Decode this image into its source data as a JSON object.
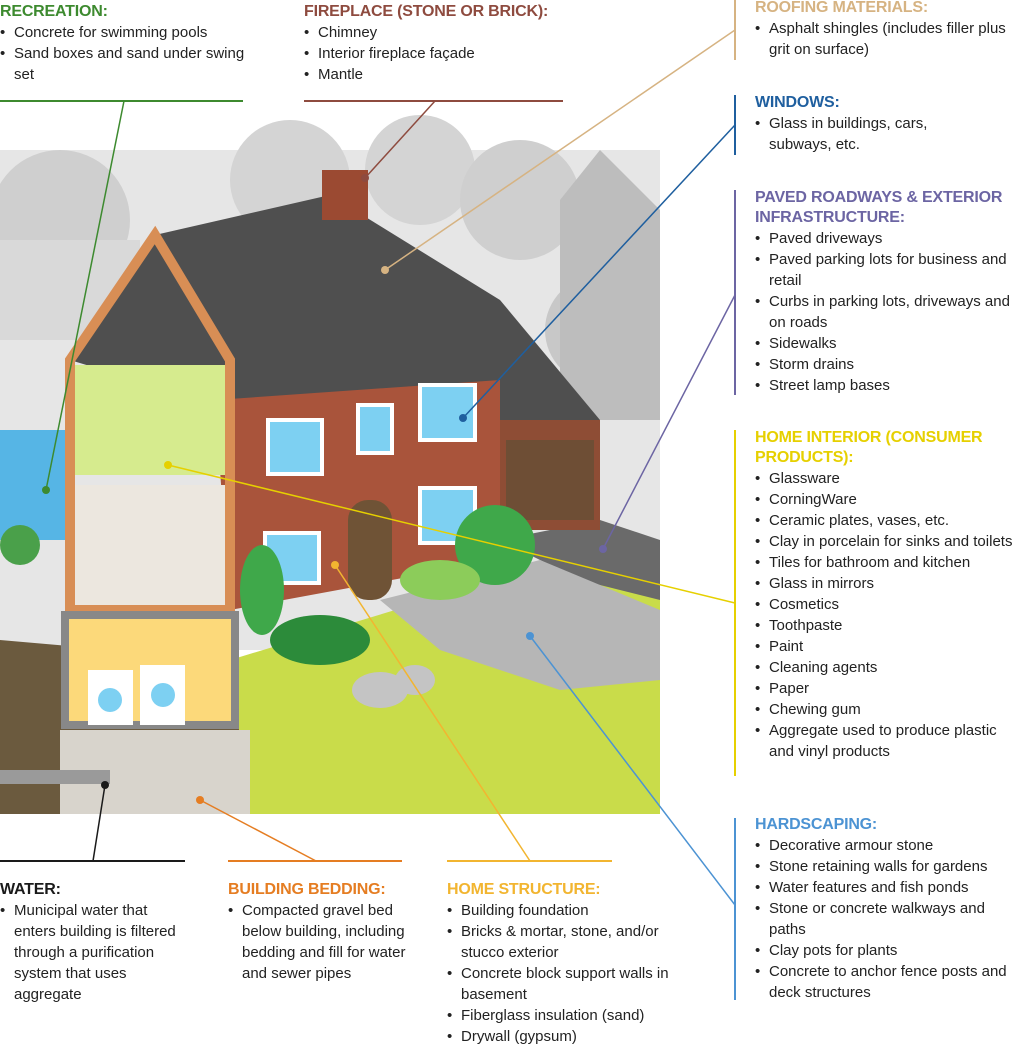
{
  "colors": {
    "recreation": "#3d8a2f",
    "fireplace": "#8e4b3f",
    "roofing": "#d6b382",
    "windows": "#1f5f9f",
    "paved": "#6c65a3",
    "interior": "#e6d000",
    "hardscaping": "#4c93d3",
    "water": "#1a1a1a",
    "bedding": "#e57d22",
    "structure": "#f2b530"
  },
  "sections": {
    "recreation": {
      "title": "RECREATION:",
      "items": [
        "Concrete for swimming pools",
        "Sand boxes and sand under swing set"
      ]
    },
    "fireplace": {
      "title": "FIREPLACE (STONE OR BRICK):",
      "items": [
        "Chimney",
        "Interior fireplace façade",
        "Mantle"
      ]
    },
    "roofing": {
      "title": "ROOFING MATERIALS:",
      "items": [
        "Asphalt shingles (includes filler plus grit on surface)"
      ]
    },
    "windows": {
      "title": "WINDOWS:",
      "items": [
        "Glass in buildings, cars, subways, etc."
      ]
    },
    "paved": {
      "title": "PAVED ROADWAYS & EXTERIOR INFRASTRUCTURE:",
      "items": [
        "Paved driveways",
        "Paved parking lots for business and retail",
        "Curbs in parking lots, driveways and on roads",
        "Sidewalks",
        "Storm drains",
        "Street lamp bases"
      ]
    },
    "interior": {
      "title": "HOME INTERIOR (CONSUMER PRODUCTS):",
      "items": [
        "Glassware",
        "CorningWare",
        "Ceramic plates, vases, etc.",
        "Clay in porcelain for sinks and toilets",
        "Tiles for bathroom and kitchen",
        "Glass in mirrors",
        "Cosmetics",
        "Toothpaste",
        "Paint",
        "Cleaning agents",
        "Paper",
        "Chewing gum",
        "Aggregate used to produce plastic and vinyl products"
      ]
    },
    "hardscaping": {
      "title": "HARDSCAPING:",
      "items": [
        "Decorative armour stone",
        "Stone retaining walls for gardens",
        "Water features and fish ponds",
        "Stone or concrete walkways and paths",
        "Clay pots for plants",
        "Concrete to anchor fence posts and deck structures"
      ]
    },
    "water": {
      "title": "WATER:",
      "items": [
        "Municipal water that enters building is filtered through a purification system that uses aggregate"
      ]
    },
    "bedding": {
      "title": "BUILDING BEDDING:",
      "items": [
        "Compacted gravel bed below building, including bedding and fill for water and sewer pipes"
      ]
    },
    "structure": {
      "title": "HOME STRUCTURE:",
      "items": [
        "Building foundation",
        "Bricks & mortar, stone, and/or stucco exterior",
        "Concrete block support walls in basement",
        "Fiberglass insulation (sand)",
        "Drywall (gypsum)"
      ]
    }
  }
}
